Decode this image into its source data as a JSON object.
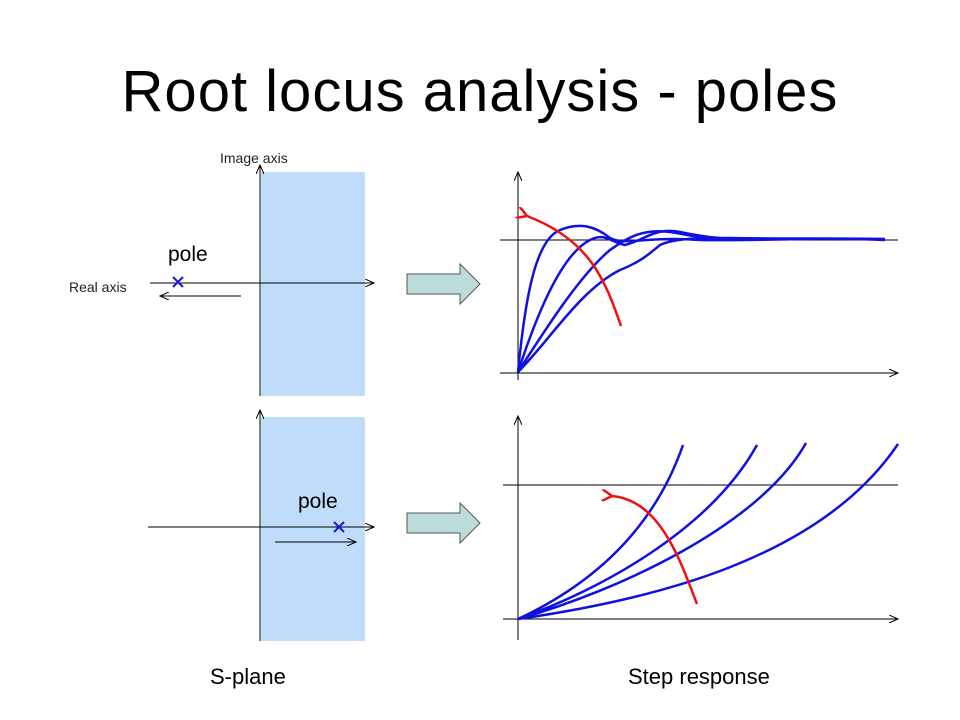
{
  "title": "Root locus analysis - poles",
  "labels": {
    "image_axis": "Image axis",
    "real_axis": "Real axis",
    "pole_stable": "pole",
    "pole_unstable": "pole",
    "s_plane": "S-plane",
    "step_response": "Step response"
  },
  "colors": {
    "region_fill": "#bfdcfb",
    "curve": "#1010e0",
    "trend_arrow": "#ee1111",
    "pole_marker": "#1a1ad0",
    "block_arrow_fill": "#bcdcdc"
  },
  "icons": {
    "pole_marker": "cross",
    "block_arrow": "right-arrow"
  }
}
